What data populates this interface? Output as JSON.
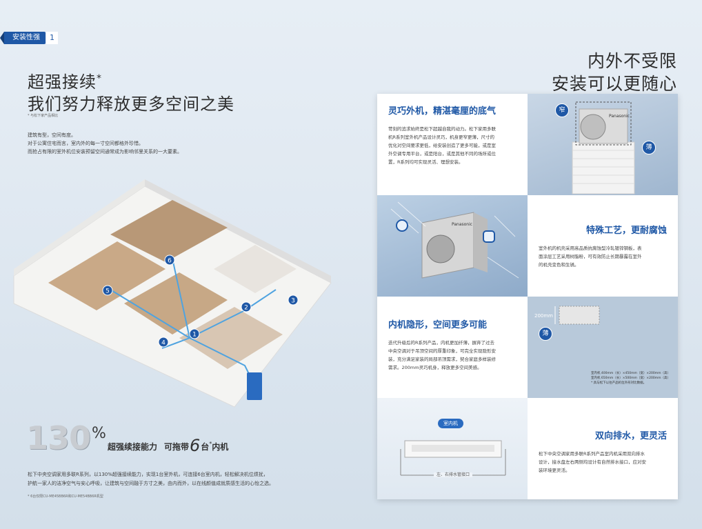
{
  "tag": {
    "label": "安装性强",
    "number": "1"
  },
  "left": {
    "title_line1": "超强接续",
    "title_star": "*",
    "title_line2": "我们努力释放更多空间之美",
    "title_footnote": "* 与松下家产品相比",
    "intro_lines": [
      "建筑有型，空间有度。",
      "对于公寓住宅而言，室内外的每一寸空间都格外珍惜。",
      "而抢占有限的室外机位安装预留空间通常成为影响邻里关系的一大要素。"
    ],
    "plan_markers": [
      "1",
      "2",
      "3",
      "4",
      "5",
      "6"
    ],
    "stat_value": "130",
    "stat_unit": "%",
    "stat_text1": "超强续接能力",
    "stat_text2": "可拖带",
    "stat_six": "6",
    "stat_sup": "台",
    "stat_star": "*",
    "stat_text3": "内机",
    "body_lines": [
      "松下中央空调家用多联R系列，以130%超强接续能力，实现1台室外机，可连接6台室内机，轻松解决机位烦扰，",
      "护航一家人的洁净空气与安心呼吸，让建筑与空间融于方寸之美，由内而外，以在线颜值成就质感生活的心怡之选。"
    ],
    "footnote": "* 6台仅限CU-ME45BB6R和CU-ME54BB6R机型"
  },
  "right": {
    "title_line1": "内外不受限",
    "title_line2": "安装可以更随心",
    "cards": [
      {
        "title": "灵巧外机，精湛毫厘的底气",
        "lines": [
          "苛刻的追求始终是松下超越自我的动力。松下家用多联",
          "机R系列室外机产品设计灵巧，机身更窄更薄，尺寸的",
          "优化对空间要求更低，给安装创造了更多可能，或是室",
          "外空调专用平台，或是阳台，或是其他不同的场所或位",
          "置，R系列均可实现灵活、理想安装。"
        ]
      },
      {
        "title": "特殊工艺，更耐腐蚀",
        "lines": [
          "室外机的机壳采用高品质抗腐蚀型冷轧镀锌钢板，表",
          "面涂层工艺采用树脂粉，可有效防止长期暴露在室外",
          "的机壳变色和生锈。"
        ]
      },
      {
        "title": "内机隐形，空间更多可能",
        "lines": [
          "迭代升级后的R系列产品，内机更加纤薄，摒弃了过去",
          "中央空调对于吊顶空间的厚重印象，可完全实现隐形安",
          "装，充分满足家装的局部吊顶需求，契合家庭多样装修",
          "需求。200mm灵巧机身，释放更多空间美感。"
        ]
      },
      {
        "title": "双向排水，更灵活",
        "lines": [
          "松下中央空调家用多联R系列产品室内机采用双向排水",
          "设计，接水盘左右两侧均设计有自然排水接口，应对安",
          "装环境更灵活。"
        ]
      }
    ],
    "badge_narrow": "窄",
    "badge_thin": "薄",
    "badge_thin2": "薄",
    "brand": "Panasonic",
    "dim_label": "200mm",
    "dim_notes": [
      "室内机 400mm（长）×450mm（宽）×200mm（高）",
      "室内机 650mm（长）×500mm（宽）×200mm（高）",
      "* 具与松下以往产品机位外形对比数据。"
    ],
    "indoor_label": "室内机",
    "drain_label": "左、右排水管接口"
  }
}
